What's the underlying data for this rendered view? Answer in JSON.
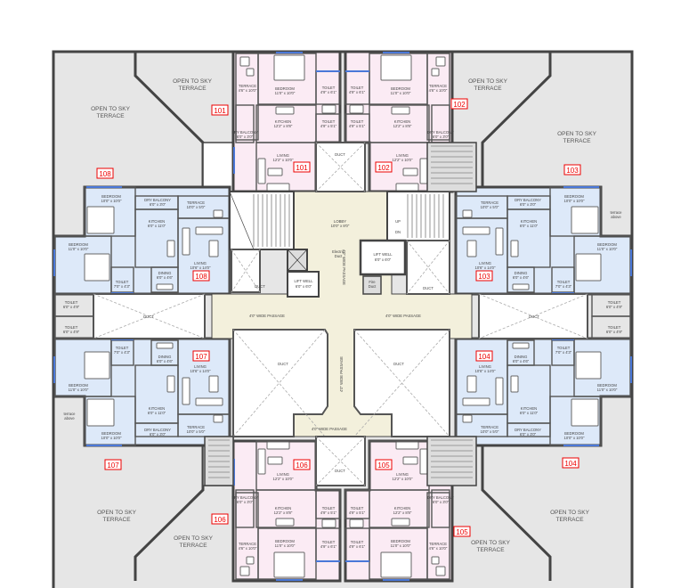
{
  "title": "Typical Floor Plan",
  "colors": {
    "terrace": "#e6e6e6",
    "pink_unit": "#fbebf4",
    "blue_unit": "#dde9f9",
    "lobby": "#f3f0dc",
    "tag": "#e00000",
    "wall": "#444444"
  },
  "terraces": [
    {
      "line1": "OPEN TO SKY",
      "line2": "TERRACE"
    },
    {
      "line1": "OPEN TO SKY",
      "line2": "TERRACE"
    },
    {
      "line1": "OPEN TO SKY",
      "line2": "TERRACE"
    },
    {
      "line1": "OPEN TO SKY",
      "line2": "TERRACE"
    },
    {
      "line1": "OPEN TO SKY",
      "line2": "TERRACE"
    },
    {
      "line1": "OPEN TO SKY",
      "line2": "TERRACE"
    },
    {
      "line1": "OPEN TO SKY",
      "line2": "TERRACE"
    },
    {
      "line1": "OPEN TO SKY",
      "line2": "TERRACE"
    }
  ],
  "terrace_tags": [
    "101",
    "102",
    "103",
    "104",
    "105",
    "106",
    "107",
    "108"
  ],
  "pink_units": [
    {
      "id": "101",
      "rooms": [
        {
          "name": "TERRACE",
          "dims": "4'6\" x 10'0\""
        },
        {
          "name": "BEDROOM",
          "dims": "11'0\" x 10'0\""
        },
        {
          "name": "KITCHEN",
          "dims": "12'2\" x 8'8\""
        },
        {
          "name": "LIVING",
          "dims": "12'2\" x 10'0\""
        },
        {
          "name": "TOILET",
          "dims": "4'9\" x 6'1\""
        },
        {
          "name": "TOILET",
          "dims": "4'9\" x 5'1\""
        },
        {
          "name": "DRY BALCONY",
          "dims": "6'0\" x 3'0\""
        }
      ]
    },
    {
      "id": "102",
      "rooms": [
        {
          "name": "TERRACE",
          "dims": "4'6\" x 10'0\""
        },
        {
          "name": "BEDROOM",
          "dims": "11'0\" x 10'0\""
        },
        {
          "name": "KITCHEN",
          "dims": "12'2\" x 8'8\""
        },
        {
          "name": "LIVING",
          "dims": "12'2\" x 10'0\""
        },
        {
          "name": "TOILET",
          "dims": "4'9\" x 6'1\""
        },
        {
          "name": "TOILET",
          "dims": "4'9\" x 5'1\""
        },
        {
          "name": "DRY BALCONY",
          "dims": "6'0\" x 3'0\""
        }
      ]
    },
    {
      "id": "106",
      "rooms": [
        {
          "name": "TERRACE",
          "dims": "4'6\" x 10'0\""
        },
        {
          "name": "BEDROOM",
          "dims": "11'0\" x 10'0\""
        },
        {
          "name": "KITCHEN",
          "dims": "12'2\" x 8'8\""
        },
        {
          "name": "LIVING",
          "dims": "12'2\" x 10'0\""
        },
        {
          "name": "TOILET",
          "dims": "4'9\" x 6'1\""
        },
        {
          "name": "TOILET",
          "dims": "4'9\" x 5'1\""
        },
        {
          "name": "DRY BALCONY",
          "dims": "6'0\" x 3'0\""
        }
      ]
    },
    {
      "id": "105",
      "rooms": [
        {
          "name": "TERRACE",
          "dims": "4'6\" x 10'0\""
        },
        {
          "name": "BEDROOM",
          "dims": "11'0\" x 10'0\""
        },
        {
          "name": "KITCHEN",
          "dims": "12'2\" x 8'8\""
        },
        {
          "name": "LIVING",
          "dims": "12'2\" x 10'0\""
        },
        {
          "name": "TOILET",
          "dims": "4'9\" x 6'1\""
        },
        {
          "name": "TOILET",
          "dims": "4'9\" x 5'1\""
        },
        {
          "name": "DRY BALCONY",
          "dims": "6'0\" x 3'0\""
        }
      ]
    }
  ],
  "blue_units": [
    {
      "id": "108",
      "rooms": [
        {
          "name": "BEDROOM",
          "dims": "10'0\" x 10'0\""
        },
        {
          "name": "DRY BALCONY",
          "dims": "6'0\" x 3'0\""
        },
        {
          "name": "KITCHEN",
          "dims": "6'0\" x 11'0\""
        },
        {
          "name": "TERRACE",
          "dims": "10'0\" x 5'0\""
        },
        {
          "name": "LIVING",
          "dims": "10'6\" x 14'0\""
        },
        {
          "name": "BEDROOM",
          "dims": "11'0\" x 10'0\""
        },
        {
          "name": "TOILET",
          "dims": "7'0\" x 4'3\""
        },
        {
          "name": "DINING",
          "dims": "6'0\" x 4'6\""
        },
        {
          "name": "TOILET",
          "dims": "6'0\" x 4'9\""
        }
      ]
    },
    {
      "id": "103",
      "rooms": [
        {
          "name": "BEDROOM",
          "dims": "10'0\" x 10'0\""
        },
        {
          "name": "DRY BALCONY",
          "dims": "6'0\" x 3'0\""
        },
        {
          "name": "KITCHEN",
          "dims": "6'0\" x 11'0\""
        },
        {
          "name": "TERRACE",
          "dims": "10'0\" x 5'0\""
        },
        {
          "name": "LIVING",
          "dims": "10'6\" x 14'0\""
        },
        {
          "name": "BEDROOM",
          "dims": "11'0\" x 10'0\""
        },
        {
          "name": "TOILET",
          "dims": "7'0\" x 4'3\""
        },
        {
          "name": "DINING",
          "dims": "6'0\" x 4'6\""
        },
        {
          "name": "TOILET",
          "dims": "6'0\" x 4'9\""
        }
      ]
    },
    {
      "id": "107",
      "rooms": [
        {
          "name": "BEDROOM",
          "dims": "10'0\" x 10'0\""
        },
        {
          "name": "DRY BALCONY",
          "dims": "6'0\" x 3'0\""
        },
        {
          "name": "KITCHEN",
          "dims": "6'0\" x 11'0\""
        },
        {
          "name": "TERRACE",
          "dims": "10'0\" x 5'0\""
        },
        {
          "name": "LIVING",
          "dims": "10'6\" x 14'0\""
        },
        {
          "name": "BEDROOM",
          "dims": "11'0\" x 10'0\""
        },
        {
          "name": "TOILET",
          "dims": "7'0\" x 4'3\""
        },
        {
          "name": "DINING",
          "dims": "6'0\" x 4'6\""
        },
        {
          "name": "TOILET",
          "dims": "6'0\" x 4'9\""
        }
      ]
    },
    {
      "id": "104",
      "rooms": [
        {
          "name": "BEDROOM",
          "dims": "10'0\" x 10'0\""
        },
        {
          "name": "DRY BALCONY",
          "dims": "6'0\" x 3'0\""
        },
        {
          "name": "KITCHEN",
          "dims": "6'0\" x 11'0\""
        },
        {
          "name": "TERRACE",
          "dims": "10'0\" x 5'0\""
        },
        {
          "name": "LIVING",
          "dims": "10'6\" x 14'0\""
        },
        {
          "name": "BEDROOM",
          "dims": "11'0\" x 10'0\""
        },
        {
          "name": "TOILET",
          "dims": "7'0\" x 4'3\""
        },
        {
          "name": "DINING",
          "dims": "6'0\" x 4'6\""
        },
        {
          "name": "TOILET",
          "dims": "6'0\" x 4'9\""
        }
      ]
    }
  ],
  "core": {
    "lobby_name": "LOBBY",
    "lobby_dims": "10'0\" x 8'0\"",
    "passage": "4'0\" WIDE PASSAGE",
    "lift_well": "LIFT WELL",
    "lift_dims": "6'0\" x 6'0\"",
    "electric_duct_1": "Electric",
    "electric_duct_2": "Duct",
    "fire_duct_1": "Fire",
    "fire_duct_2": "Duct",
    "duct": "DUCT",
    "up": "UP",
    "dn": "DN",
    "terrace_above_1": "terrace",
    "terrace_above_2": "above"
  }
}
